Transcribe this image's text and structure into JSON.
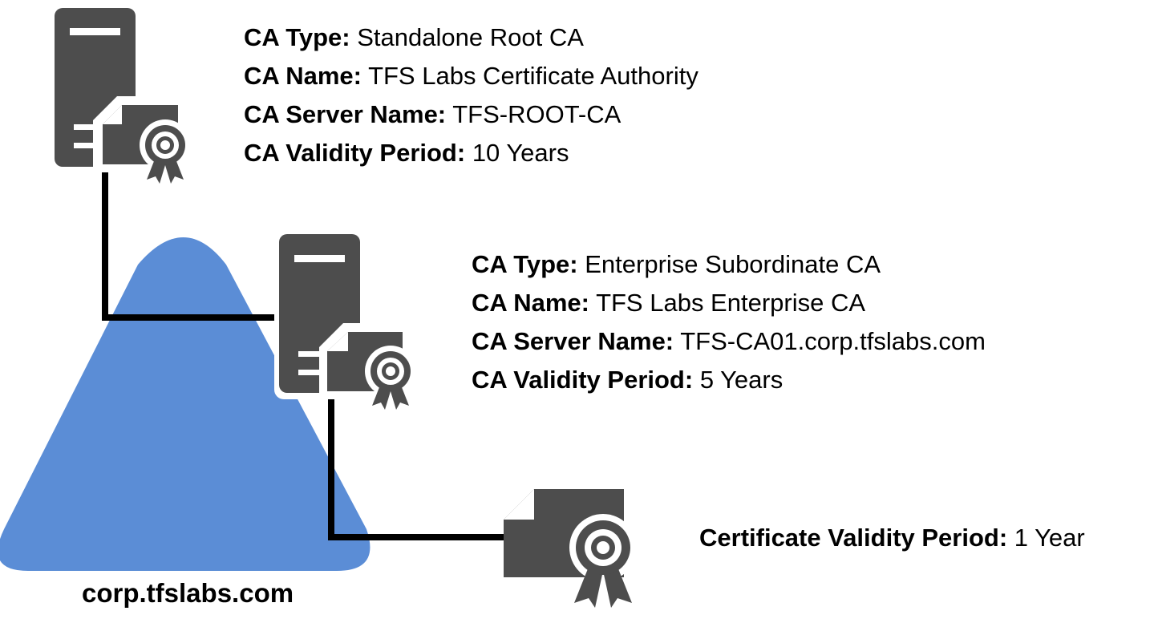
{
  "colors": {
    "domain_triangle": "#5b8dd6",
    "server": "#4d4d4d",
    "connector": "#000000",
    "background": "#ffffff"
  },
  "domain": {
    "label": "corp.tfslabs.com"
  },
  "root_ca": {
    "icon": "server-certificate-icon",
    "fields": [
      {
        "label": "CA Type:",
        "value": "Standalone Root CA"
      },
      {
        "label": "CA Name:",
        "value": "TFS Labs Certificate Authority"
      },
      {
        "label": "CA Server Name:",
        "value": "TFS-ROOT-CA"
      },
      {
        "label": "CA Validity Period:",
        "value": "10 Years"
      }
    ]
  },
  "subordinate_ca": {
    "icon": "server-certificate-icon",
    "fields": [
      {
        "label": "CA Type:",
        "value": "Enterprise Subordinate CA"
      },
      {
        "label": "CA Name:",
        "value": "TFS Labs Enterprise CA"
      },
      {
        "label": "CA Server Name:",
        "value": "TFS-CA01.corp.tfslabs.com"
      },
      {
        "label": "CA Validity Period:",
        "value": "5 Years"
      }
    ]
  },
  "issued_certificate": {
    "icon": "certificate-icon",
    "fields": [
      {
        "label": "Certificate Validity Period:",
        "value": "1 Year"
      }
    ]
  }
}
